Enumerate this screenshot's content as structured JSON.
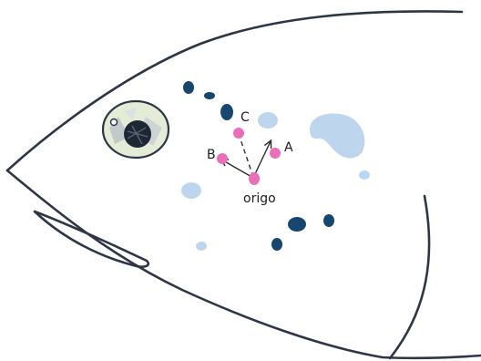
{
  "labels": {
    "a": "A",
    "b": "B",
    "c": "C",
    "origin": "origo"
  },
  "colors": {
    "outline": "#2e3646",
    "dark_spot": "#17476e",
    "light_spot": "#bdd6ee",
    "point": "#ea6fbb",
    "arrow": "#2a2a2a"
  }
}
